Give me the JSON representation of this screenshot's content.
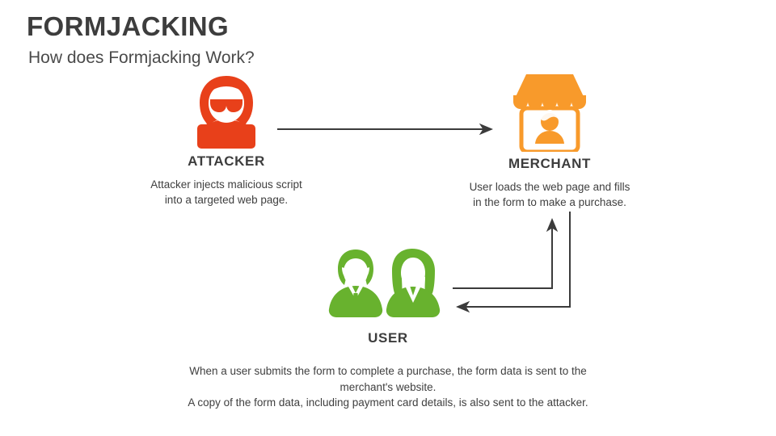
{
  "header": {
    "title": "FORMJACKING",
    "subtitle": "How does Formjacking Work?"
  },
  "colors": {
    "attacker": "#E8401A",
    "merchant": "#F89A2B",
    "user": "#68B22E",
    "text_dark": "#3d3d3d",
    "text_body": "#3f3f3f",
    "arrow": "#3b3b3b",
    "background": "#ffffff"
  },
  "nodes": [
    {
      "id": "attacker",
      "icon": "hacker-icon",
      "label": "ATTACKER",
      "description": "Attacker injects malicious script\ninto a targeted web page."
    },
    {
      "id": "merchant",
      "icon": "storefront-icon",
      "label": "MERCHANT",
      "description": "User loads the web page and fills\nin the form to make a purchase."
    },
    {
      "id": "user",
      "icon": "two-users-icon",
      "label": "USER",
      "description": "When a user submits the form to complete a purchase, the form data is sent to the\nmerchant's website.\nA copy of the form data, including payment card details, is also sent to the attacker."
    }
  ],
  "arrows": [
    {
      "id": "attacker-to-merchant",
      "from": "attacker",
      "to": "merchant",
      "shape": "straight-right"
    },
    {
      "id": "user-to-merchant",
      "from": "user",
      "to": "merchant",
      "shape": "elbow-right-up"
    },
    {
      "id": "merchant-to-user",
      "from": "merchant",
      "to": "user",
      "shape": "elbow-down-left"
    }
  ]
}
